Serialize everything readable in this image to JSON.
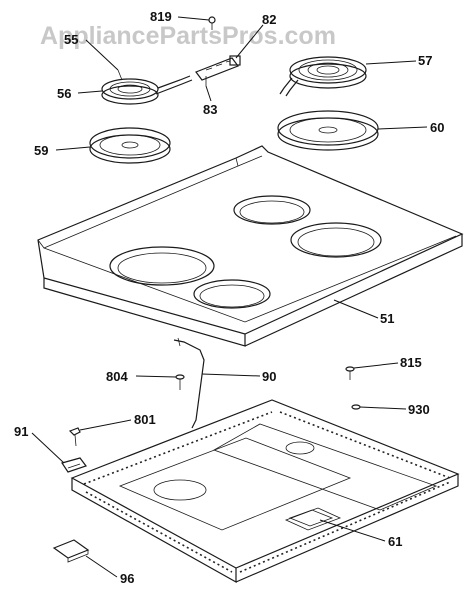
{
  "watermark": "AppliancePartsPros.com",
  "callouts": [
    {
      "id": "819",
      "label": "819"
    },
    {
      "id": "82",
      "label": "82"
    },
    {
      "id": "55",
      "label": "55"
    },
    {
      "id": "57",
      "label": "57"
    },
    {
      "id": "56",
      "label": "56"
    },
    {
      "id": "83",
      "label": "83"
    },
    {
      "id": "59",
      "label": "59"
    },
    {
      "id": "60",
      "label": "60"
    },
    {
      "id": "51",
      "label": "51"
    },
    {
      "id": "804",
      "label": "804"
    },
    {
      "id": "90",
      "label": "90"
    },
    {
      "id": "815",
      "label": "815"
    },
    {
      "id": "930",
      "label": "930"
    },
    {
      "id": "91",
      "label": "91"
    },
    {
      "id": "801",
      "label": "801"
    },
    {
      "id": "61",
      "label": "61"
    },
    {
      "id": "96",
      "label": "96"
    }
  ]
}
